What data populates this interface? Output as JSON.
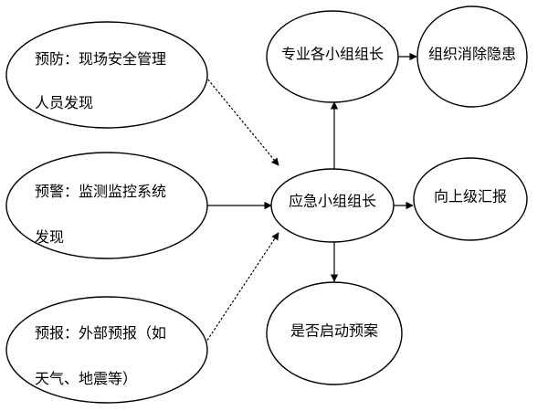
{
  "diagram": {
    "nodes": {
      "prevention": {
        "line1": "预防：现场安全管理",
        "line2": "人员发现"
      },
      "warning": {
        "line1": "预警：监测监控系统",
        "line2": "发现"
      },
      "forecast": {
        "line1": "预报：外部预报（如",
        "line2": "天气、地震等）"
      },
      "emergency_leader": {
        "label": "应急小组组长"
      },
      "specialist_leader": {
        "label": "专业各小组组长"
      },
      "eliminate_hazard": {
        "label": "组织消除隐患"
      },
      "report_up": {
        "label": "向上级汇报"
      },
      "start_plan": {
        "label": "是否启动预案"
      }
    },
    "colors": {
      "stroke": "#000000",
      "fill": "#ffffff",
      "text": "#000000"
    }
  }
}
